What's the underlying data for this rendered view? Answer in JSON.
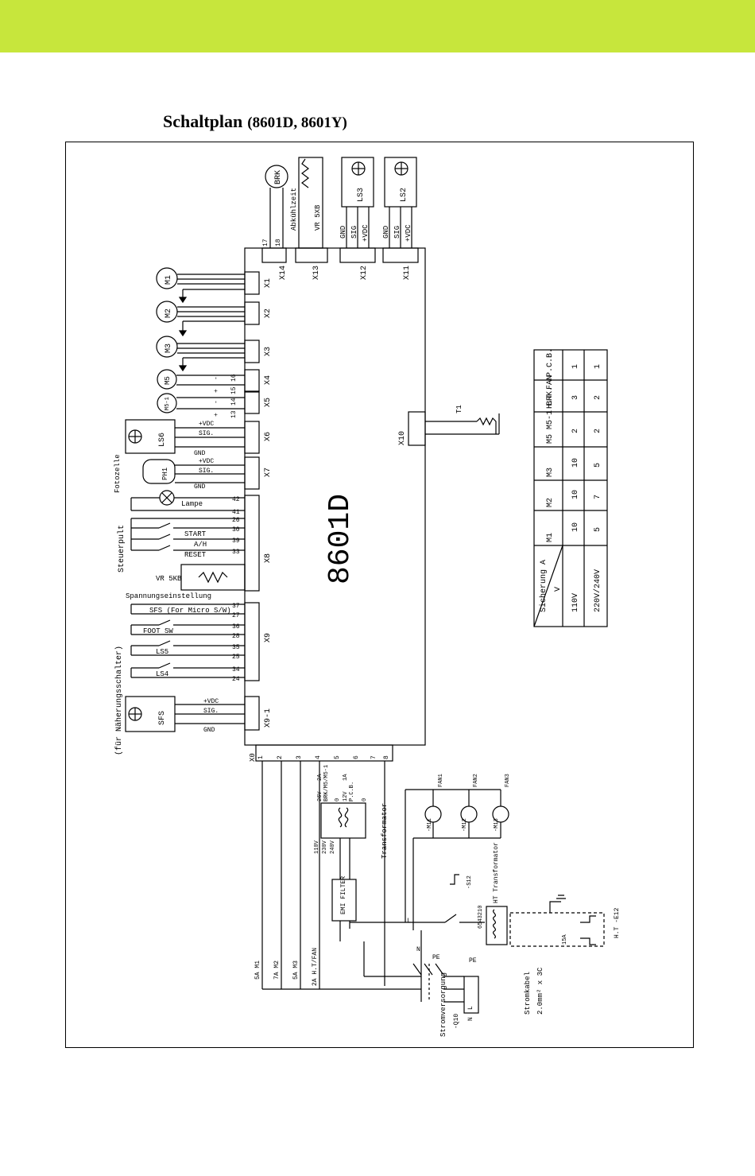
{
  "colors": {
    "header_bar": "#c7e63c",
    "ink": "#000000"
  },
  "title": {
    "main": "Schaltplan",
    "model": "(8601D, 8601Y)"
  },
  "board": {
    "name": "8601D"
  },
  "connectors": [
    {
      "id": "x1",
      "label": "X1"
    },
    {
      "id": "x2",
      "label": "X2"
    },
    {
      "id": "x3",
      "label": "X3"
    },
    {
      "id": "x4",
      "label": "X4"
    },
    {
      "id": "x5",
      "label": "X5"
    },
    {
      "id": "x6",
      "label": "X6"
    },
    {
      "id": "x7",
      "label": "X7"
    },
    {
      "id": "x8",
      "label": "X8"
    },
    {
      "id": "x9",
      "label": "X9"
    },
    {
      "id": "x91",
      "label": "X9-1"
    },
    {
      "id": "x10",
      "label": "X10"
    },
    {
      "id": "x11",
      "label": "X11"
    },
    {
      "id": "x12",
      "label": "X12"
    },
    {
      "id": "x13",
      "label": "X13"
    },
    {
      "id": "x14",
      "label": "X14"
    },
    {
      "id": "x0",
      "label": "X0"
    }
  ],
  "motors": {
    "m1": "M1",
    "m2": "M2",
    "m3": "M3",
    "m5": "M5",
    "m51": "M5-1",
    "brk": "BRK"
  },
  "sensors": {
    "ls2": "LS2",
    "ls3": "LS3",
    "ls4": "LS4",
    "ls5": "LS5",
    "ls6": "LS6",
    "ph1": "PH1",
    "sfs": "SFS",
    "t1": "T1"
  },
  "pin_labels": {
    "gnd": "GND",
    "sig": "SIG",
    "vdc": "+VDC",
    "sig_dot": "SIG.",
    "plus": "+",
    "minus": "-"
  },
  "pin_numbers": {
    "p17": "17",
    "p18": "18",
    "p16": "16",
    "p15": "15",
    "p14": "14",
    "p13": "13",
    "p42": "42",
    "p41": "41",
    "p26": "26",
    "p30": "30",
    "p39": "39",
    "p33": "33",
    "p37": "37",
    "p27": "27",
    "p36": "36",
    "p28": "28",
    "p35": "35",
    "p25": "25",
    "p34": "34",
    "p24": "24",
    "n1": "1",
    "n2": "2",
    "n3": "3",
    "n4": "4",
    "n5": "5",
    "n6": "6",
    "n7": "7",
    "n8": "8"
  },
  "labels": {
    "abkuehlzeit": "Abkühlzeit",
    "vr5xb": "VR 5XB",
    "fotozelle": "Fotozelle",
    "lampe": "Lampe",
    "steuerpult": "Steuerpult",
    "start": "START",
    "ah": "A/H",
    "reset": "RESET",
    "vr5kb": "VR 5KB",
    "spannung": "Spannungseinstellung",
    "sfs_micro": "SFS (For Micro S/W)",
    "foot_sw": "FOOT SW",
    "naeherung": "(für Näherungsschalter)",
    "transformator": "Transformator",
    "emi": "EMI FILTER",
    "fan1": "FAN1",
    "fan2": "FAN2",
    "fan3": "FAN3",
    "m11": "-M11",
    "m12": "-M12",
    "m13": "-M13",
    "s12": "-S12",
    "ht_transformator": "HT Transformator",
    "tap_numbers": "6543210",
    "ht_e12": "H.T -E12",
    "fuse_15a": "15A",
    "stromkabel": "Stromkabel",
    "kabel_spec": "2.0mm² x 3C",
    "stromversorgung": "Stromversorgung",
    "q10": "-Q10",
    "l": "L",
    "n": "N",
    "pe": "PE",
    "f_5a_m1": "5A M1",
    "f_7a_m2": "7A M2",
    "f_5a_m3": "5A M3",
    "f_2a_ht": "2A H.T/FAN",
    "v110": "110V",
    "v230": "230V",
    "v240": "240V",
    "v26": "26V",
    "v12": "12V",
    "f_2a": "2A",
    "f_1a": "1A",
    "brk_m5": "BRK/M5/M5-1",
    "pcb": "P.C.B.",
    "zero": "0"
  },
  "fuse_table": {
    "corner_top": "Sicherung A",
    "corner_bottom": "V",
    "columns": [
      "M1",
      "M2",
      "M3",
      "M5 M5-1 BRK.",
      "H.T FAN",
      "P.C.B."
    ],
    "rows": [
      {
        "voltage": "110V",
        "values": [
          "10",
          "10",
          "10",
          "2",
          "3",
          "1"
        ]
      },
      {
        "voltage": "220V/240V",
        "values": [
          "5",
          "7",
          "5",
          "2",
          "2",
          "1"
        ]
      }
    ]
  }
}
